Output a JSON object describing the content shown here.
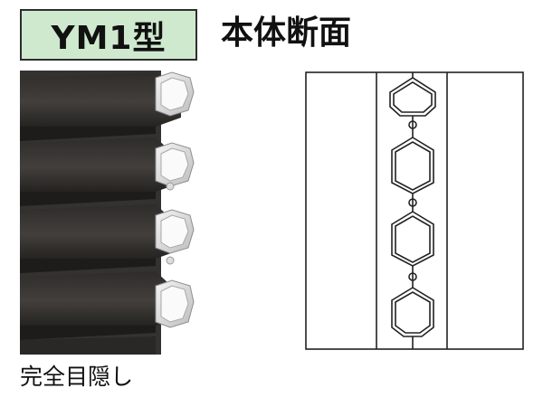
{
  "header": {
    "model_badge": "YM1型",
    "title": "本体断面"
  },
  "photo": {
    "caption": "完全目隠し"
  },
  "colors": {
    "badge_fill": "#cfe9cf",
    "slat_dark": "#3b3937",
    "profile_light": "#e8e8e8"
  }
}
